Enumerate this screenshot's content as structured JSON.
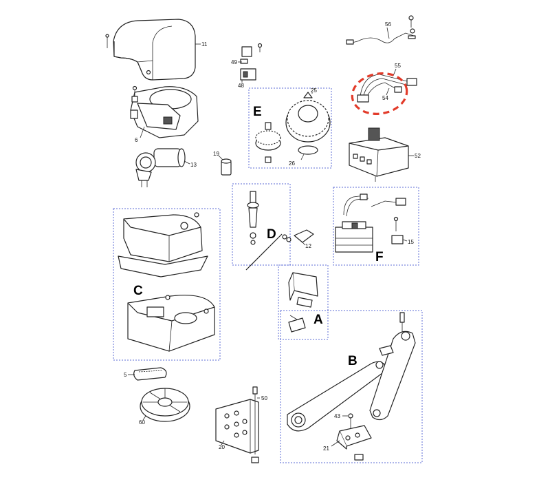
{
  "callouts": {
    "c11": "11",
    "c6": "6",
    "c13": "13",
    "c19": "19",
    "c49": "49",
    "c48": "48",
    "c25": "25",
    "c26": "26",
    "c56": "56",
    "c55": "55",
    "c54": "54",
    "c52": "52",
    "c12": "12",
    "c15": "15",
    "c5": "5",
    "c60": "60",
    "c50": "50",
    "c20": "20",
    "c43": "43",
    "c21": "21"
  },
  "groups": {
    "A": "A",
    "B": "B",
    "C": "C",
    "D": "D",
    "E": "E",
    "F": "F"
  },
  "colors": {
    "group_border": "#5b6bd6",
    "highlight": "#e23b2a"
  }
}
